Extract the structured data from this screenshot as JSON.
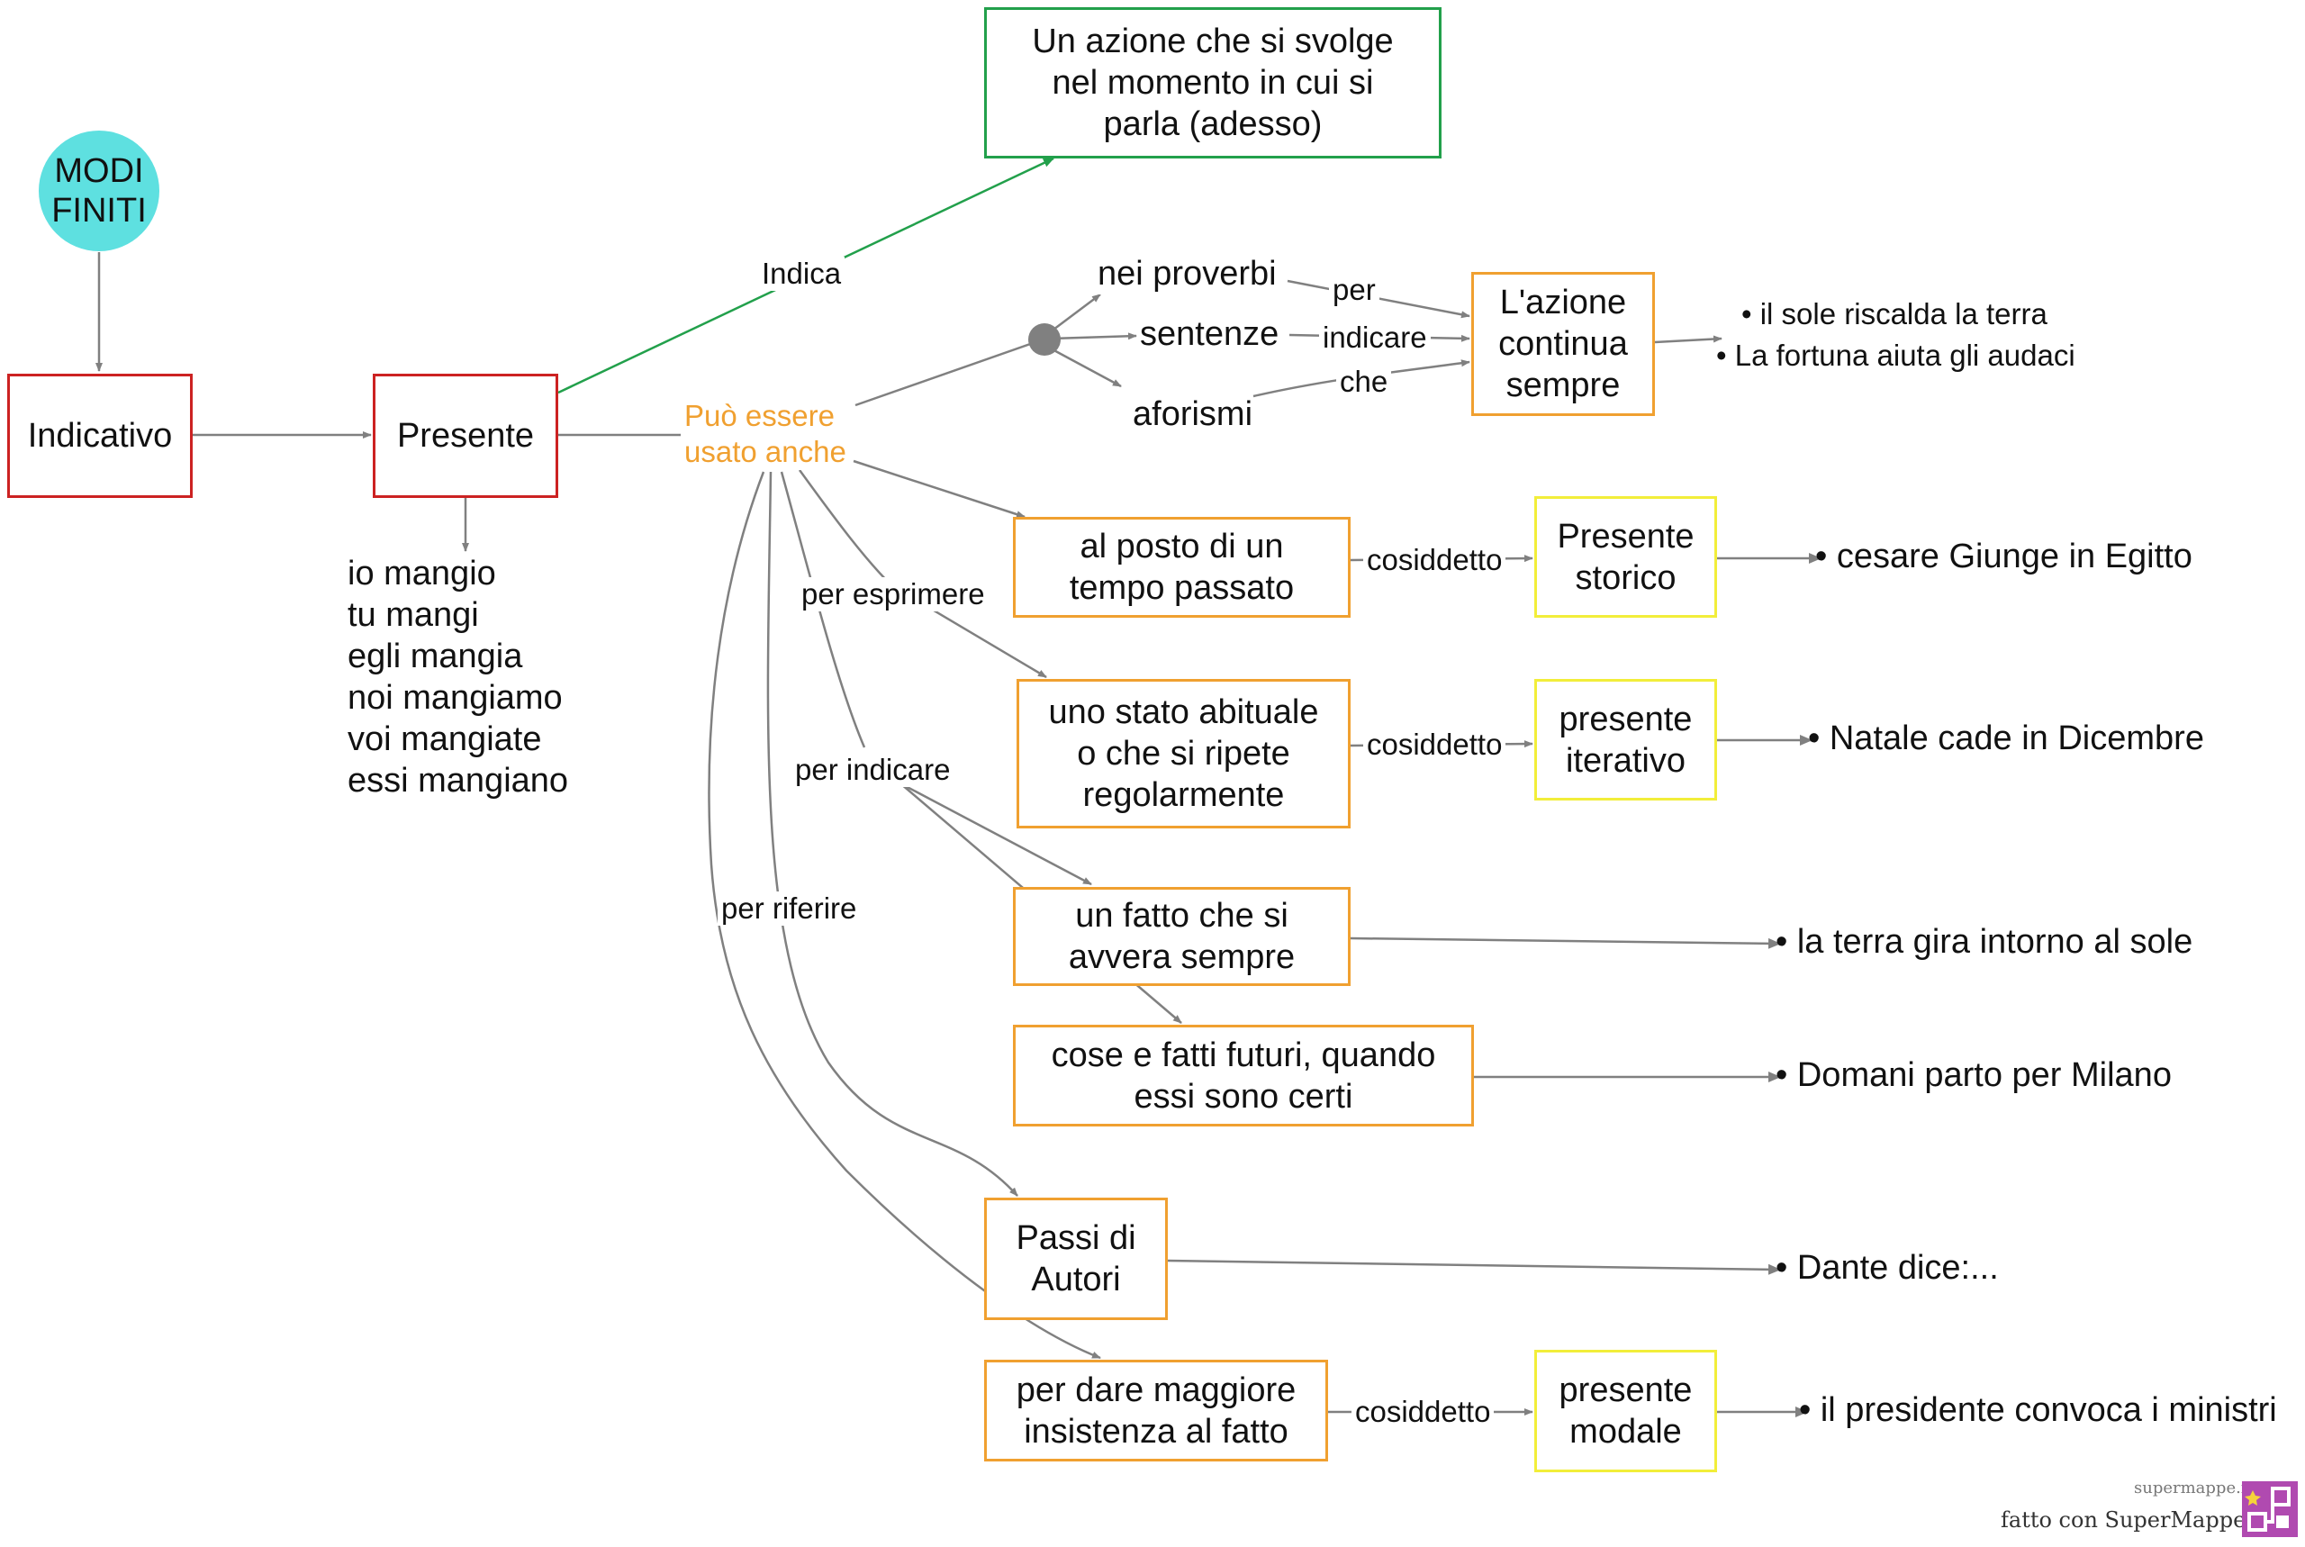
{
  "nodes": {
    "modi_finiti": "MODI\nFINITI",
    "indicativo": "Indicativo",
    "presente": "Presente",
    "azione_adesso": "Un azione che si svolge\nnel momento in cui si\nparla (adesso)",
    "azione_continua": "L'azione\ncontinua\nsempre",
    "tempo_passato": "al posto di un\ntempo passato",
    "presente_storico": "Presente\nstorico",
    "stato_abituale": "uno stato abituale\no che si ripete\nregolarmente",
    "presente_iterativo": "presente\niterativo",
    "fatto_sempre": "un fatto che si\navvera sempre",
    "fatti_futuri": "cose e fatti futuri, quando\nessi sono certi",
    "passi_autori": "Passi di\nAutori",
    "maggiore_insistenza": "per dare maggiore\ninsistenza al fatto",
    "presente_modale": "presente\nmodale"
  },
  "conjugation": "io mangio\ntu mangi\negli mangia\nnoi mangiamo\nvoi mangiate\nessi mangiano",
  "hub_label": "Può essere\nusato anche",
  "sources": {
    "proverbi": "nei proverbi",
    "sentenze": "sentenze",
    "aforismi": "aforismi"
  },
  "edge_labels": {
    "indica": "Indica",
    "per": "per",
    "indicare": "indicare",
    "che": "che",
    "per_esprimere": "per esprimere",
    "per_indicare": "per indicare",
    "per_riferire": "per riferire",
    "cosiddetto_1": "cosiddetto",
    "cosiddetto_2": "cosiddetto",
    "cosiddetto_3": "cosiddetto"
  },
  "examples": {
    "continua_1": "• il sole riscalda la terra",
    "continua_2": "• La fortuna aiuta gli audaci",
    "storico": "• cesare Giunge in Egitto",
    "iterativo": "• Natale cade in Dicembre",
    "fatto_sempre": "• la terra gira intorno al sole",
    "futuri": "• Domani parto per Milano",
    "autori": "• Dante dice:...",
    "modale": "• il presidente convoca i ministri"
  },
  "footer": {
    "site": "supermappe.it",
    "made_with": "fatto con SuperMappe"
  },
  "colors": {
    "circle": "#5ee0e0",
    "red_border": "#cc2222",
    "green_border": "#22a04b",
    "orange_border": "#f0a030",
    "yellow_border": "#f2ee3a",
    "connector": "#808080",
    "green_connector": "#22a04b",
    "logo": "#b04ab0"
  }
}
